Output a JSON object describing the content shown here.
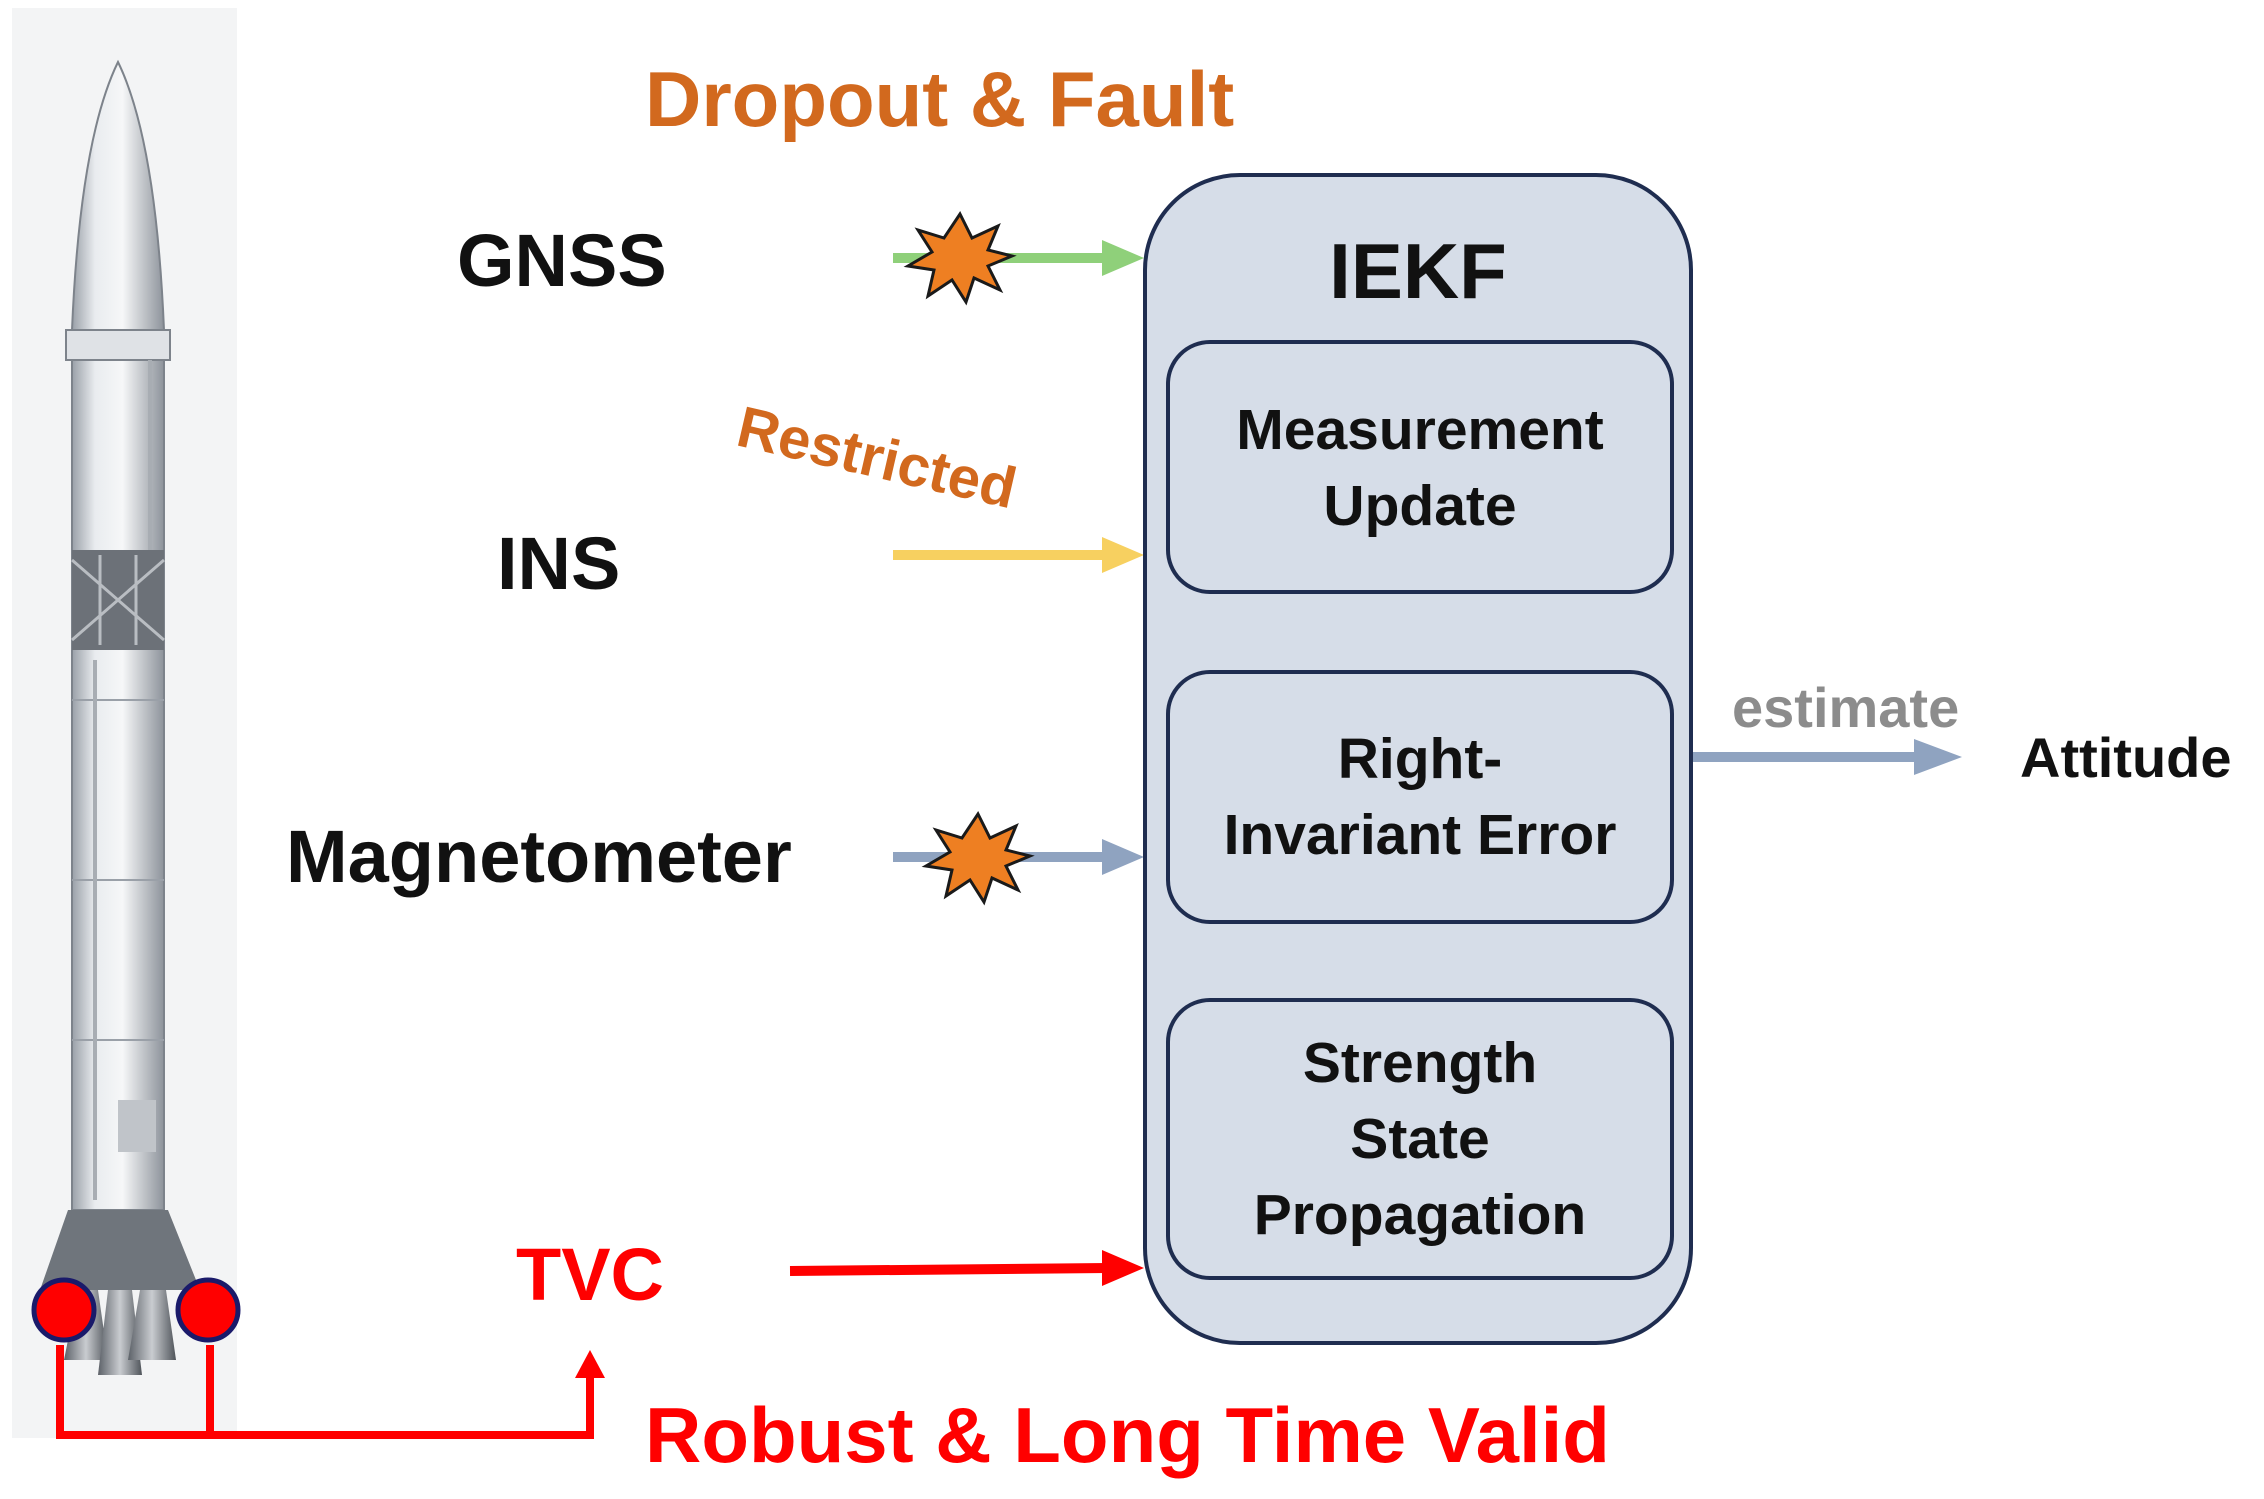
{
  "header": {
    "title": "Dropout & Fault",
    "title_color": "#D2691E"
  },
  "sensors": {
    "gnss": {
      "label": "GNSS",
      "arrow_color": "#8FD07A"
    },
    "restricted": {
      "label": "Restricted",
      "color": "#D2691E"
    },
    "ins": {
      "label": "INS",
      "arrow_color": "#F7D060"
    },
    "magnetometer": {
      "label": "Magnetometer",
      "arrow_color": "#8FA3C0"
    },
    "tvc": {
      "label": "TVC",
      "color": "#FF0000"
    }
  },
  "filter": {
    "title": "IEKF",
    "box_fill": "#D6DDE8",
    "box_stroke": "#1F2D50",
    "blocks": [
      {
        "text": "Measurement\nUpdate"
      },
      {
        "text": "Right-\nInvariant Error"
      },
      {
        "text": "Strength\nState\nPropagation"
      }
    ]
  },
  "output": {
    "arrow_label": "estimate",
    "arrow_label_color": "#8C8C8C",
    "target": "Attitude",
    "arrow_color": "#8FA3C0"
  },
  "footer": {
    "caption": "Robust & Long Time Valid",
    "color": "#FF0000"
  },
  "icons": {
    "fault_marker": "explosion-burst-icon",
    "nozzle_marker": "red-dot-icon",
    "rocket": "rocket-illustration"
  }
}
